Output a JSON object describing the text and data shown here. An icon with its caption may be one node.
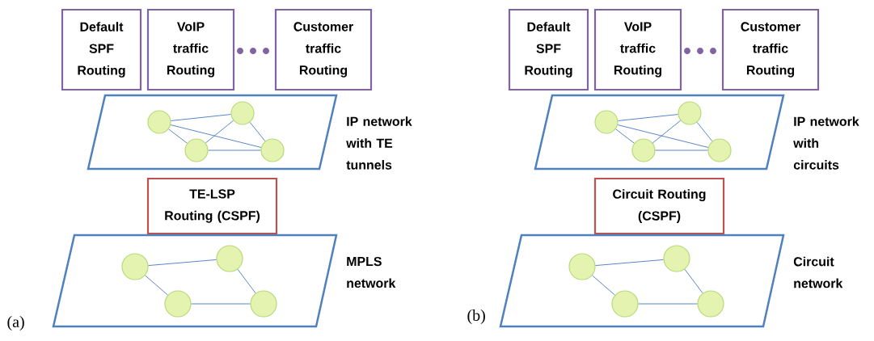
{
  "diagram": {
    "nodes": [
      {
        "text": [
          "Default SPF Routing"
        ]
      },
      {
        "text": [
          "VoIP traffic Routing"
        ]
      },
      {
        "text": [
          "Customer traffic Routing"
        ]
      },
      {
        "text": [
          "IP network with TE tunnels"
        ]
      },
      {
        "text": [],
        "shape": "circle",
        "in": 3
      },
      {
        "text": [],
        "shape": "circle",
        "in": 3
      },
      {
        "text": [],
        "shape": "circle",
        "in": 3
      },
      {
        "text": [],
        "shape": "circle",
        "in": 3
      },
      {
        "text": [
          "TE-LSP Routing (CSPF)"
        ]
      },
      {
        "text": [
          "MPLS network"
        ]
      },
      {
        "text": [],
        "shape": "circle",
        "in": 9
      },
      {
        "text": [],
        "shape": "circle",
        "in": 9
      },
      {
        "text": [],
        "shape": "circle",
        "in": 9
      },
      {
        "text": [],
        "shape": "circle",
        "in": 9
      },
      {
        "text": [
          "Default SPF Routing"
        ]
      },
      {
        "text": [
          "VoIP traffic Routing"
        ]
      },
      {
        "text": [
          "Customer traffic Routing"
        ]
      },
      {
        "text": [
          "IP network with circuits"
        ]
      },
      {
        "text": [],
        "shape": "circle",
        "in": 17
      },
      {
        "text": [],
        "shape": "circle",
        "in": 17
      },
      {
        "text": [],
        "shape": "circle",
        "in": 17
      },
      {
        "text": [],
        "shape": "circle",
        "in": 17
      },
      {
        "text": [
          "Circuit Routing (CSPF)"
        ]
      },
      {
        "text": [
          "Circuit network"
        ]
      },
      {
        "text": [],
        "shape": "circle",
        "in": 23
      },
      {
        "text": [],
        "shape": "circle",
        "in": 23
      },
      {
        "text": [],
        "shape": "circle",
        "in": 23
      },
      {
        "text": [],
        "shape": "circle",
        "in": 23
      }
    ],
    "edges": [
      {
        "from": 4,
        "to": 5,
        "arrow": "none"
      },
      {
        "from": 4,
        "to": 6,
        "arrow": "none"
      },
      {
        "from": 4,
        "to": 7,
        "arrow": "none"
      },
      {
        "from": 6,
        "to": 5,
        "arrow": "none"
      },
      {
        "from": 5,
        "to": 7,
        "arrow": "none"
      },
      {
        "from": 6,
        "to": 7,
        "arrow": "none"
      },
      {
        "from": 10,
        "to": 11,
        "arrow": "none"
      },
      {
        "from": 10,
        "to": 12,
        "arrow": "none"
      },
      {
        "from": 11,
        "to": 13,
        "arrow": "none"
      },
      {
        "from": 12,
        "to": 13,
        "arrow": "none"
      },
      {
        "from": 18,
        "to": 19,
        "arrow": "none"
      },
      {
        "from": 18,
        "to": 20,
        "arrow": "none"
      },
      {
        "from": 18,
        "to": 21,
        "arrow": "none"
      },
      {
        "from": 20,
        "to": 19,
        "arrow": "none"
      },
      {
        "from": 19,
        "to": 21,
        "arrow": "none"
      },
      {
        "from": 20,
        "to": 21,
        "arrow": "none"
      },
      {
        "from": 24,
        "to": 25,
        "arrow": "none"
      },
      {
        "from": 24,
        "to": 26,
        "arrow": "none"
      },
      {
        "from": 25,
        "to": 27,
        "arrow": "none"
      },
      {
        "from": 26,
        "to": 27,
        "arrow": "none"
      }
    ],
    "labels": [
      "(a)",
      "(b)"
    ]
  }
}
